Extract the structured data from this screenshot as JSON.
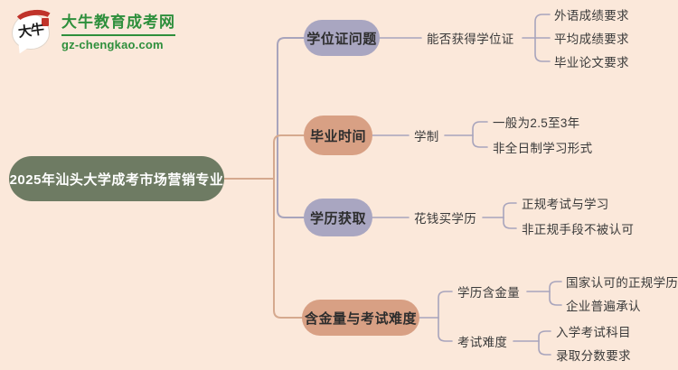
{
  "site": {
    "name": "大牛教育成考网",
    "domain": "gz-chengkao.com",
    "bubble_chars": "大牛",
    "brand_green": "#2e8f3c",
    "brand_red": "#c0332a"
  },
  "colors": {
    "background": "#fbe8da",
    "root_fill": "#6e7b63",
    "root_text": "#ffffff",
    "lavender_node": "#a9a6c1",
    "salmon_node": "#d8a084",
    "node_text": "#2d2d2d",
    "plain_text": "#3a3a3a",
    "line_lavender": "#a8a4bc",
    "line_tan": "#d5a98e"
  },
  "root": {
    "label": "2025年汕头大学成考市场营销专业"
  },
  "branches": [
    {
      "label": "学位证问题",
      "color": "lavender",
      "children": [
        {
          "label": "能否获得学位证",
          "children": [
            {
              "label": "外语成绩要求"
            },
            {
              "label": "平均成绩要求"
            },
            {
              "label": "毕业论文要求"
            }
          ]
        }
      ]
    },
    {
      "label": "毕业时间",
      "color": "salmon",
      "children": [
        {
          "label": "学制",
          "children": [
            {
              "label": "一般为2.5至3年"
            },
            {
              "label": "非全日制学习形式"
            }
          ]
        }
      ]
    },
    {
      "label": "学历获取",
      "color": "lavender",
      "children": [
        {
          "label": "花钱买学历",
          "children": [
            {
              "label": "正规考试与学习"
            },
            {
              "label": "非正规手段不被认可"
            }
          ]
        }
      ]
    },
    {
      "label": "含金量与考试难度",
      "color": "salmon",
      "children": [
        {
          "label": "学历含金量",
          "children": [
            {
              "label": "国家认可的正规学历"
            },
            {
              "label": "企业普遍承认"
            }
          ]
        },
        {
          "label": "考试难度",
          "children": [
            {
              "label": "入学考试科目"
            },
            {
              "label": "录取分数要求"
            }
          ]
        }
      ]
    }
  ]
}
